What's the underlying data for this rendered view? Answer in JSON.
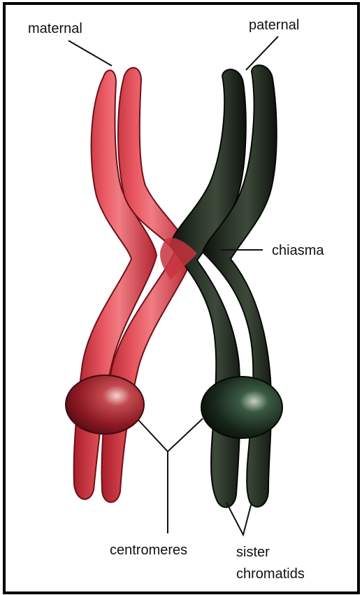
{
  "labels": {
    "maternal": "maternal",
    "paternal": "paternal",
    "chiasma": "chiasma",
    "centromeres": "centromeres",
    "sister_line1": "sister",
    "sister_line2": "chromatids"
  },
  "colors": {
    "frame": "#000000",
    "maternal_body": "#d83a44",
    "maternal_dark": "#9a1f2a",
    "maternal_highlight": "#f08a8e",
    "paternal_body": "#22281f",
    "paternal_dark": "#0c0f0a",
    "paternal_highlight": "#5a6656",
    "maternal_centromere": "#a3202c",
    "paternal_centromere": "#1a2a1c",
    "leader_line": "#111111"
  }
}
